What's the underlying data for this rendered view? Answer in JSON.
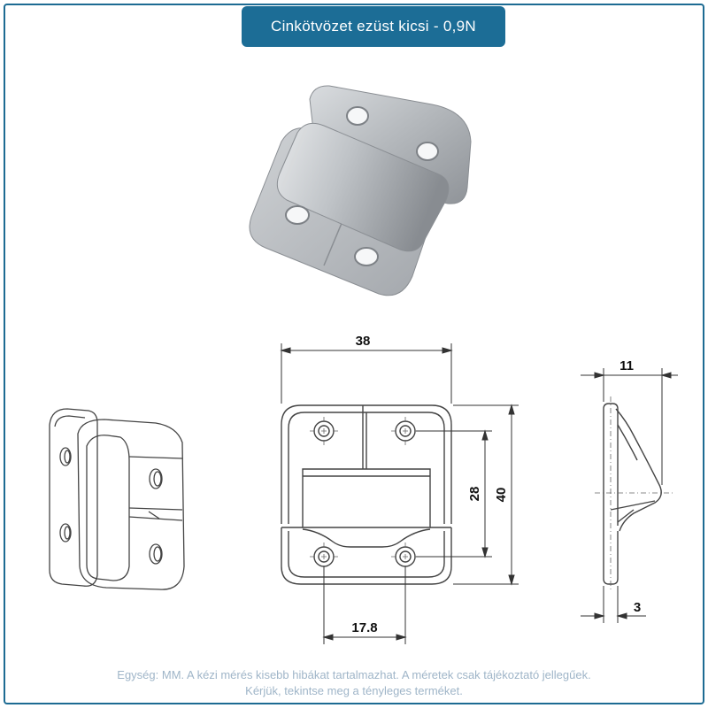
{
  "header": {
    "title": "Cinkötvözet ezüst kicsi - 0,9N"
  },
  "dimensions": {
    "width_top": "38",
    "side_thickness": "11",
    "hole_spacing_vertical": "28",
    "total_height": "40",
    "hole_spacing_horizontal": "17.8",
    "plate_thickness": "3"
  },
  "footer": {
    "line1": "Egység: MM. A kézi mérés kisebb hibákat tartalmazhat. A méretek csak tájékoztató jellegűek.",
    "line2": "Kérjük, tekintse meg a tényleges terméket."
  }
}
